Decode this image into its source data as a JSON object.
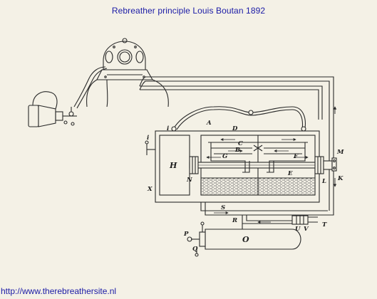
{
  "title": "Rebreather principle Louis Boutan 1892",
  "footer_url": "http://www.therebreathersite.nl",
  "colors": {
    "title": "#1a1aa6",
    "ink": "#2a2a2a",
    "paper": "#f4f1e6"
  },
  "labels": {
    "A": "A",
    "B": "B",
    "C": "C",
    "D": "D",
    "E": "E",
    "F": "F",
    "G": "G",
    "H": "H",
    "i": "i",
    "K": "K",
    "L": "L",
    "M": "M",
    "N": "N",
    "O": "O",
    "P": "P",
    "Q": "Q",
    "R": "R",
    "S": "S",
    "T": "T",
    "U": "U",
    "V": "V",
    "X": "X"
  }
}
